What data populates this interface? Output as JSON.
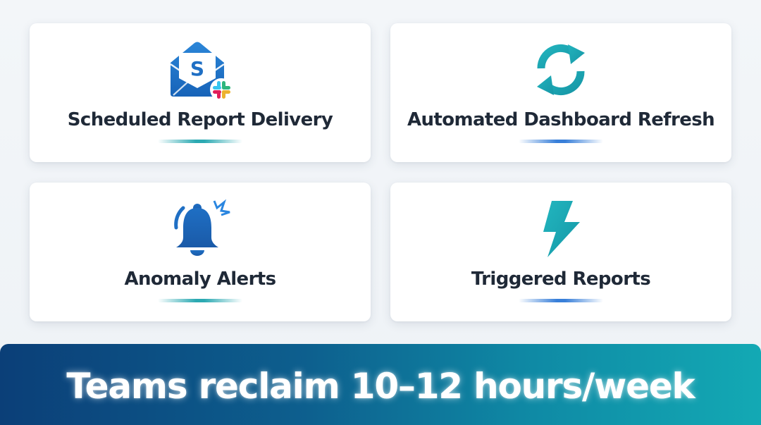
{
  "cards": [
    {
      "title": "Scheduled Report Delivery",
      "icon": "email-slack-icon",
      "underline_color": "#14a0aa"
    },
    {
      "title": "Automated Dashboard Refresh",
      "icon": "refresh-icon",
      "underline_color": "#2d78d7"
    },
    {
      "title": "Anomaly Alerts",
      "icon": "alert-bell-icon",
      "underline_color": "#14a0aa"
    },
    {
      "title": "Triggered Reports",
      "icon": "lightning-bolt-icon",
      "underline_color": "#2d78d7"
    }
  ],
  "banner": {
    "headline": "Teams reclaim 10–12 hours/week",
    "gradient": [
      "#0b3f78",
      "#13a9b4"
    ]
  },
  "colors": {
    "background": "#f1f4f8",
    "card": "#ffffff",
    "title_text": "#1f2937",
    "icon_blue": "#1f6fc4",
    "icon_teal": "#1aaab4"
  }
}
